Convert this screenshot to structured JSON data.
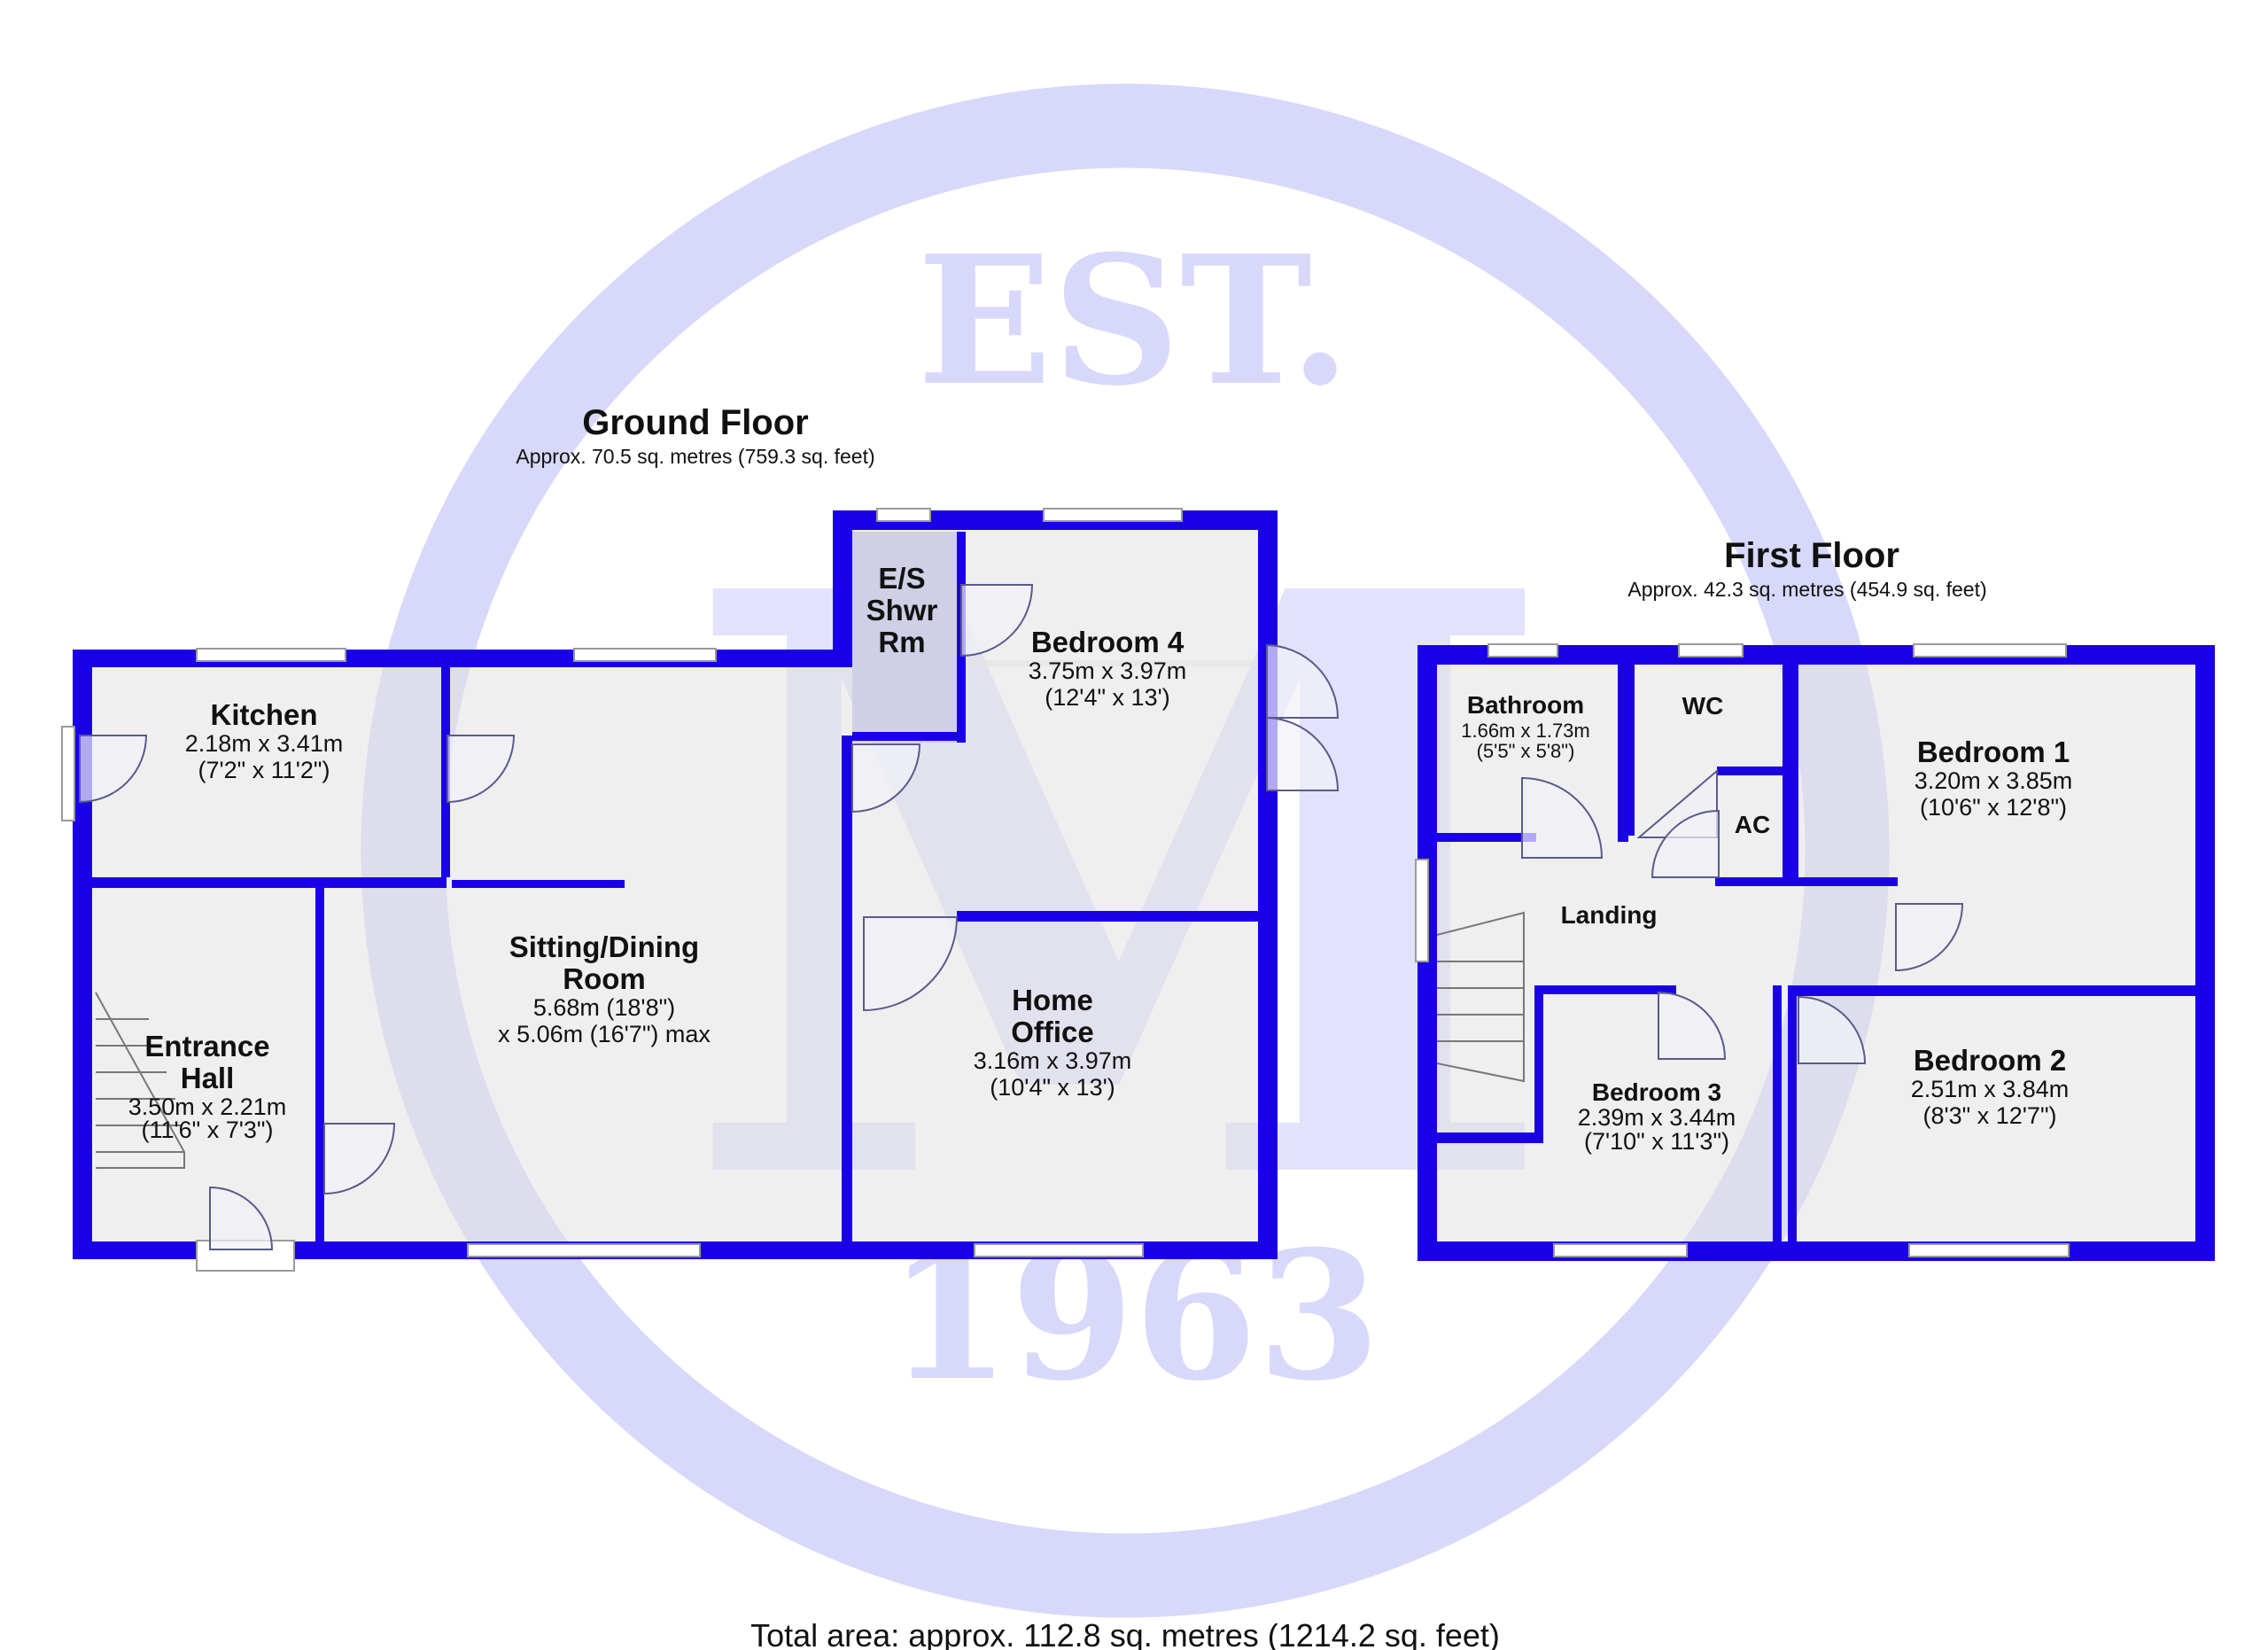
{
  "watermark": {
    "top_text": "EST.",
    "letter": "M",
    "bottom_text": "1963",
    "color": "#d8d8fb"
  },
  "colors": {
    "wall": "#1a00e6",
    "floor": "#e1e1e1",
    "window": "#ffffff",
    "door_line": "#5a5a8c",
    "background": "#ffffff"
  },
  "ground_floor": {
    "title": "Ground Floor",
    "area": "Approx. 70.5 sq. metres (759.3 sq. feet)",
    "rooms": {
      "kitchen": {
        "name": "Kitchen",
        "metric": "2.18m x 3.41m",
        "imperial": "(7'2\" x 11'2\")"
      },
      "sitting": {
        "name_1": "Sitting/Dining",
        "name_2": "Room",
        "dim_1": "5.68m (18'8\")",
        "dim_2": "x 5.06m (16'7\") max"
      },
      "entrance": {
        "name_1": "Entrance",
        "name_2": "Hall",
        "metric": "3.50m x 2.21m",
        "imperial": "(11'6\" x 7'3\")"
      },
      "shower": {
        "name_1": "E/S",
        "name_2": "Shwr",
        "name_3": "Rm"
      },
      "bedroom4": {
        "name": "Bedroom 4",
        "metric": "3.75m x 3.97m",
        "imperial": "(12'4\" x 13')"
      },
      "office": {
        "name_1": "Home",
        "name_2": "Office",
        "metric": "3.16m x 3.97m",
        "imperial": "(10'4\" x 13')"
      }
    }
  },
  "first_floor": {
    "title": "First Floor",
    "area": "Approx. 42.3 sq. metres (454.9 sq. feet)",
    "rooms": {
      "bathroom": {
        "name": "Bathroom",
        "metric": "1.66m x 1.73m",
        "imperial": "(5'5\" x 5'8\")"
      },
      "wc": {
        "name": "WC"
      },
      "ac": {
        "name": "AC"
      },
      "landing": {
        "name": "Landing"
      },
      "bedroom1": {
        "name": "Bedroom 1",
        "metric": "3.20m x 3.85m",
        "imperial": "(10'6\" x 12'8\")"
      },
      "bedroom2": {
        "name": "Bedroom 2",
        "metric": "2.51m x 3.84m",
        "imperial": "(8'3\" x 12'7\")"
      },
      "bedroom3": {
        "name": "Bedroom 3",
        "metric": "2.39m x 3.44m",
        "imperial": "(7'10\" x 11'3\")"
      }
    }
  },
  "total_area": "Total area: approx. 112.8 sq. metres (1214.2 sq. feet)"
}
